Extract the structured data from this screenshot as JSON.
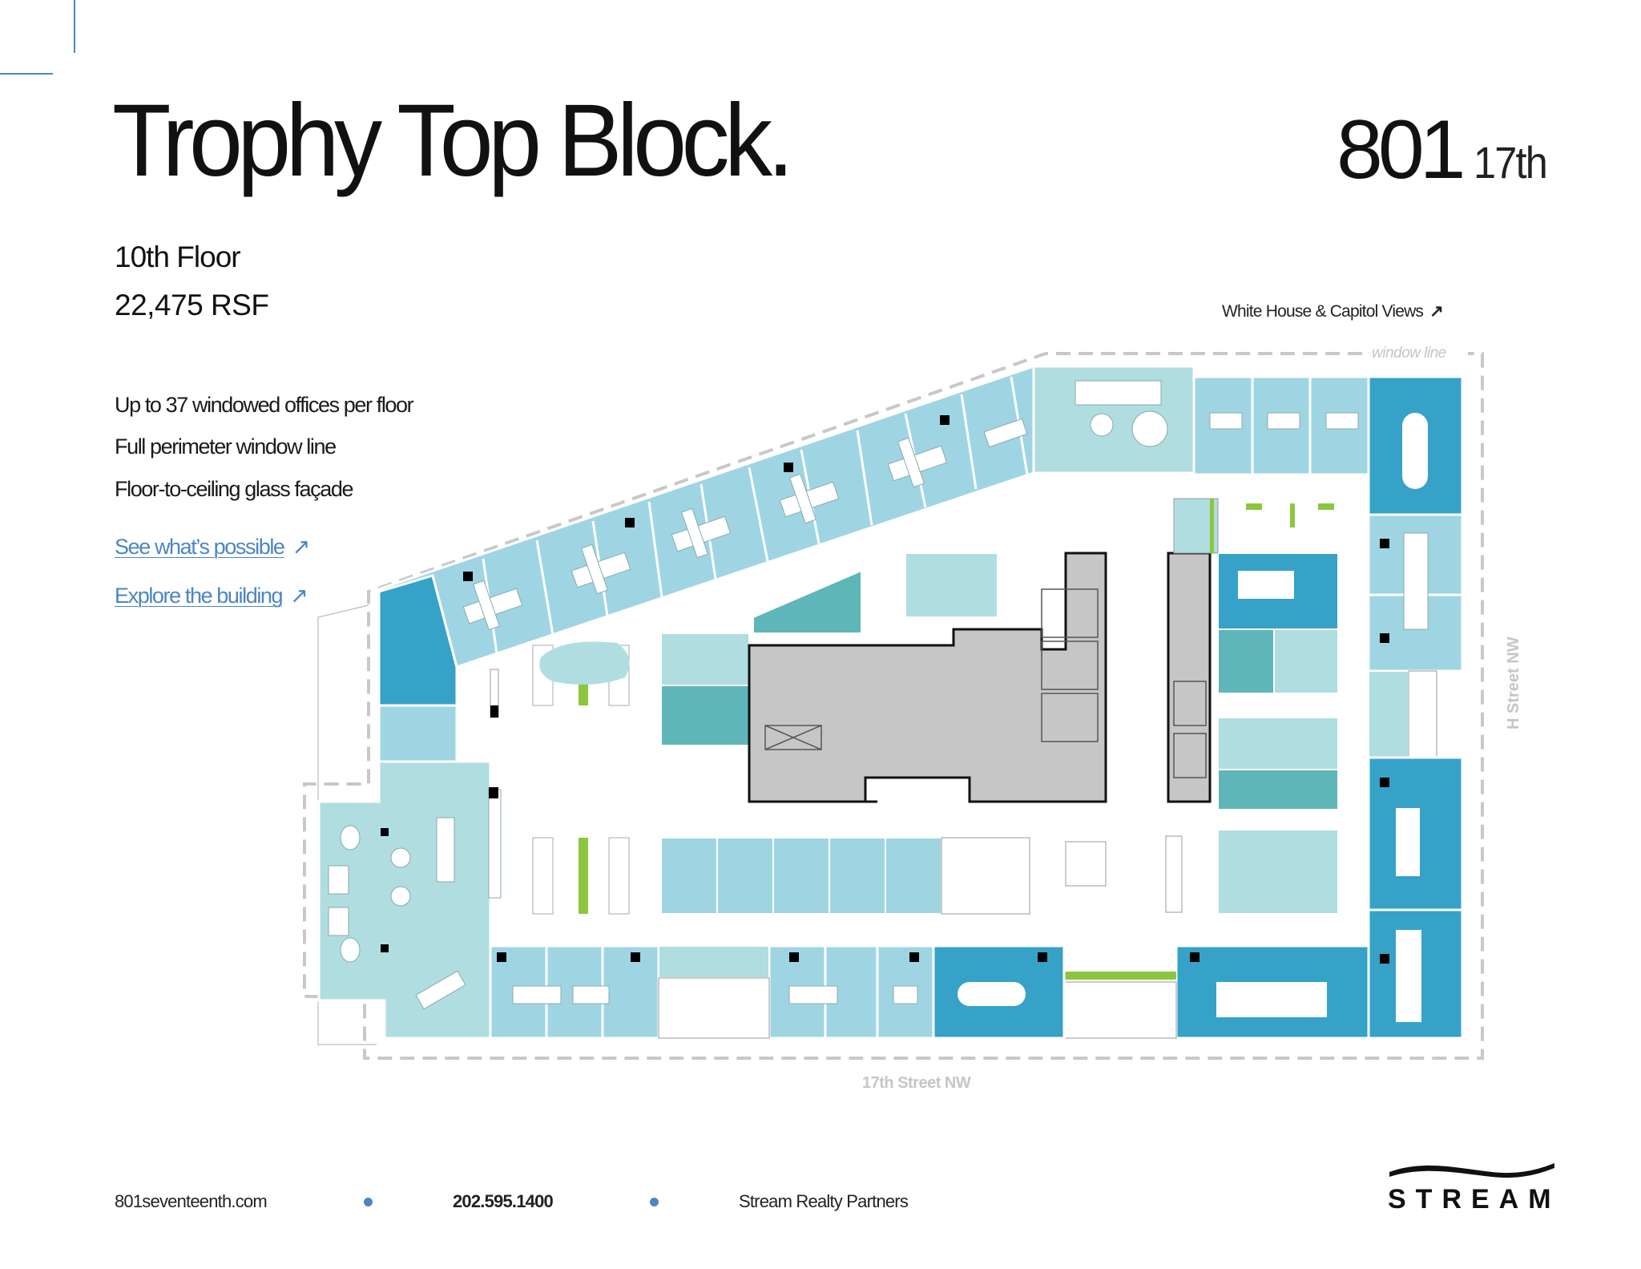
{
  "header": {
    "title": "Trophy Top Block.",
    "logo": {
      "number": "801",
      "suffix": "17th"
    }
  },
  "floor_info": {
    "floor": "10th Floor",
    "area": "22,475 RSF"
  },
  "features": [
    "Up to 37 windowed offices per floor",
    "Full perimeter window line",
    "Floor-to-ceiling glass façade"
  ],
  "links": [
    {
      "label": "See what’s possible",
      "icon": "arrow-up-right-icon",
      "arrow": "↗"
    },
    {
      "label": "Explore the building",
      "icon": "arrow-up-right-icon",
      "arrow": "↗"
    }
  ],
  "plan": {
    "views_label": "White House & Capitol Views",
    "views_arrow": "↗",
    "window_line_label": "window line",
    "street_bottom": "17th Street NW",
    "street_right": "H Street NW",
    "colors": {
      "office_light": "#9fd5e3",
      "conference_dark": "#36a2c8",
      "lounge": "#b0dde0",
      "teal_room": "#5fb6b8",
      "core_gray": "#c6c6c6",
      "window_line_dash": "#c8c8c8",
      "plant_green": "#8cc63f"
    }
  },
  "footer": {
    "website": "801seventeenth.com",
    "phone": "202.595.1400",
    "company": "Stream Realty Partners",
    "brand": "STREAM",
    "dot_color": "#4a86c5"
  }
}
